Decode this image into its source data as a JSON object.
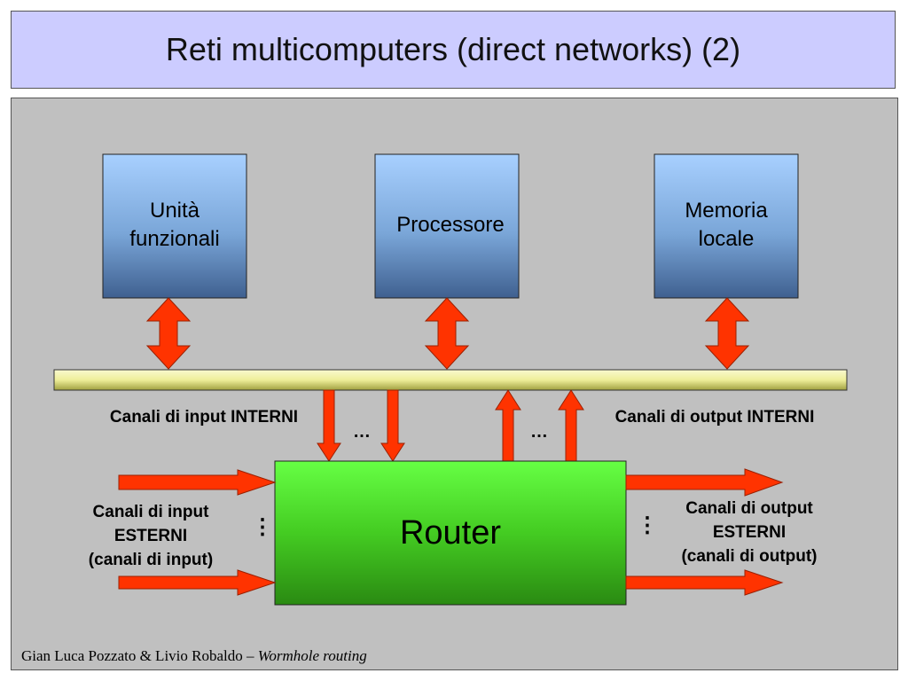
{
  "slide": {
    "title": "Reti multicomputers (direct networks) (2)",
    "footer_authors": "Gian Luca Pozzato & Livio Robaldo – ",
    "footer_topic": "Wormhole routing"
  },
  "diagram": {
    "boxes": [
      {
        "label": "Unità\nfunzionali"
      },
      {
        "label": "Processore"
      },
      {
        "label": "Memoria\nlocale"
      }
    ],
    "router_label": "Router",
    "labels": {
      "input_internal": "Canali di input INTERNI",
      "output_internal": "Canali di output INTERNI",
      "input_external_1": "Canali di input",
      "input_external_2": "ESTERNI",
      "input_external_3": "(canali di input)",
      "output_external_1": "Canali di output",
      "output_external_2": "ESTERNI",
      "output_external_3": "(canali di output)"
    },
    "ellipsis_h": "…",
    "ellipsis_v": "⋮",
    "colors": {
      "arrow": "#ff3300",
      "router_green": "#44cc22",
      "box_blue": "#6699cc",
      "bus_yellow": "#eeee99",
      "title_bg": "#ccccff",
      "panel_bg": "#c0c0c0"
    }
  }
}
